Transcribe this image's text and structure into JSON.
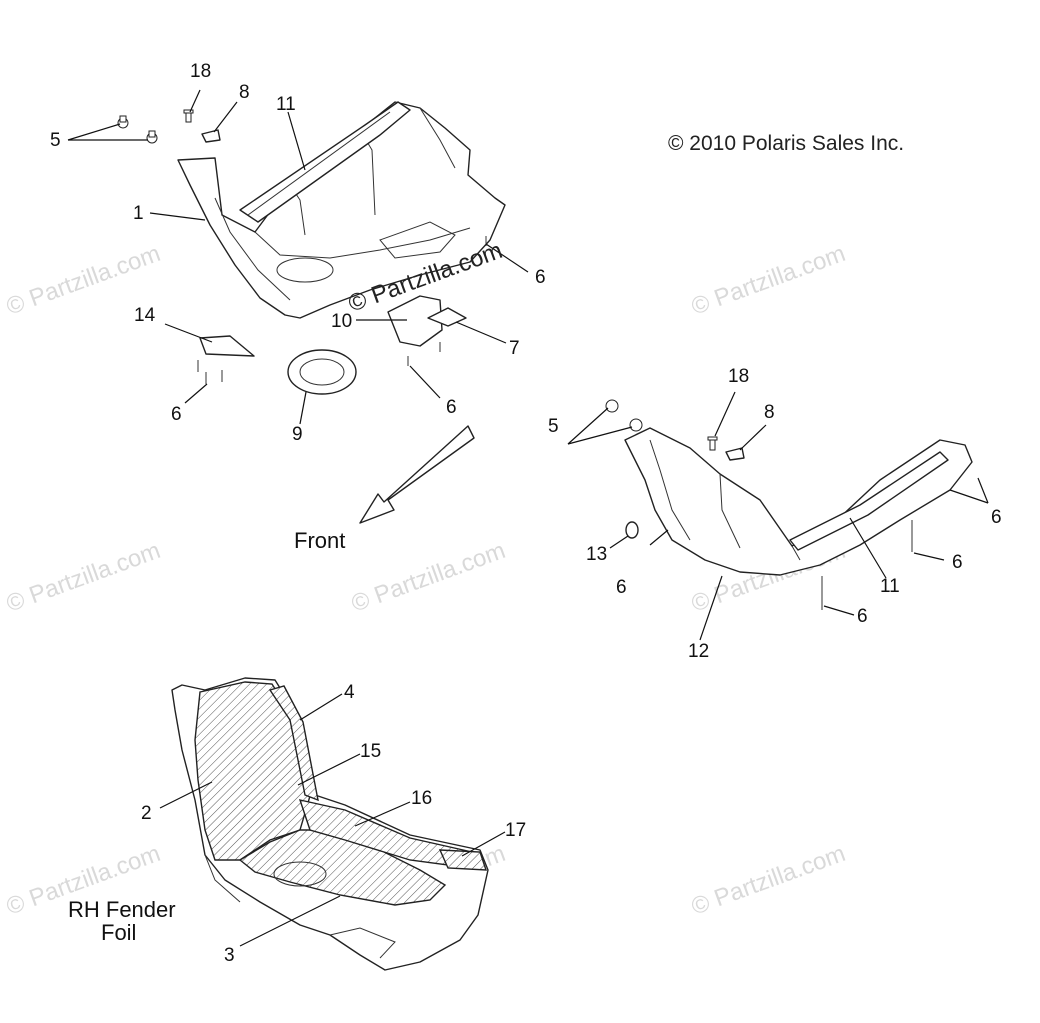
{
  "copyright": "© 2010 Polaris Sales Inc.",
  "watermark": "© Partzilla.com",
  "center_watermark": "© Partzilla.com",
  "direction_label": "Front",
  "caption": {
    "line1": "RH Fender",
    "line2": "Foil"
  },
  "callouts": {
    "a18": "18",
    "a8": "8",
    "a11": "11",
    "a5": "5",
    "a1": "1",
    "a6a": "6",
    "a10": "10",
    "a7": "7",
    "a14": "14",
    "a6b": "6",
    "a9": "9",
    "a6c": "6",
    "b18": "18",
    "b8": "8",
    "b5": "5",
    "b6a": "6",
    "b13": "13",
    "b6b": "6",
    "b6c": "6",
    "b11": "11",
    "b6d": "6",
    "b12": "12",
    "c4": "4",
    "c15": "15",
    "c2": "2",
    "c16": "16",
    "c17": "17",
    "c3": "3"
  }
}
